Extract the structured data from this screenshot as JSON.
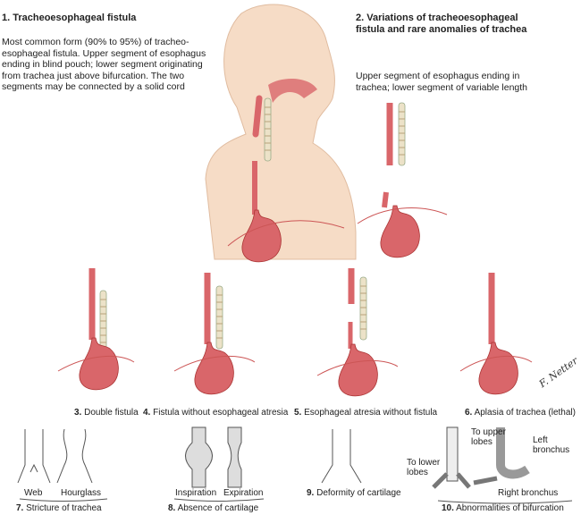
{
  "section1": {
    "title": "1. Tracheoesophageal fistula",
    "description": [
      "Most common form (90% to 95%) of tracheo-",
      "esophageal fistula. Upper segment of esophagus",
      "ending in blind pouch; lower segment originating",
      "from trachea just above bifurcation. The two",
      "segments may be connected by a solid cord"
    ]
  },
  "section2": {
    "title": [
      "2. Variations of tracheoesophageal",
      "fistula and rare anomalies of trachea"
    ],
    "description": [
      "Upper segment of esophagus ending in",
      "trachea; lower segment of variable length"
    ]
  },
  "figures": [
    {
      "num": "3.",
      "label": "Double fistula"
    },
    {
      "num": "4.",
      "label": "Fistula without esophageal atresia"
    },
    {
      "num": "5.",
      "label": "Esophageal atresia without fistula"
    },
    {
      "num": "6.",
      "label": "Aplasia of trachea (lethal)"
    },
    {
      "num": "7.",
      "label": "Stricture of trachea",
      "sub": [
        "Web",
        "Hourglass"
      ]
    },
    {
      "num": "8.",
      "label": "Absence of cartilage",
      "sub": [
        "Inspiration",
        "Expiration"
      ]
    },
    {
      "num": "9.",
      "label": "Deformity of cartilage"
    },
    {
      "num": "10.",
      "label": "Abnormalities of bifurcation",
      "sub": [
        "To upper lobes",
        "To lower lobes",
        "Left bronchus",
        "Right bronchus"
      ]
    }
  ],
  "signature": "F. Netter M.D.",
  "colors": {
    "skin": "#f6dcc6",
    "organ": "#d9666a",
    "trachea": "#e8dcc0"
  }
}
